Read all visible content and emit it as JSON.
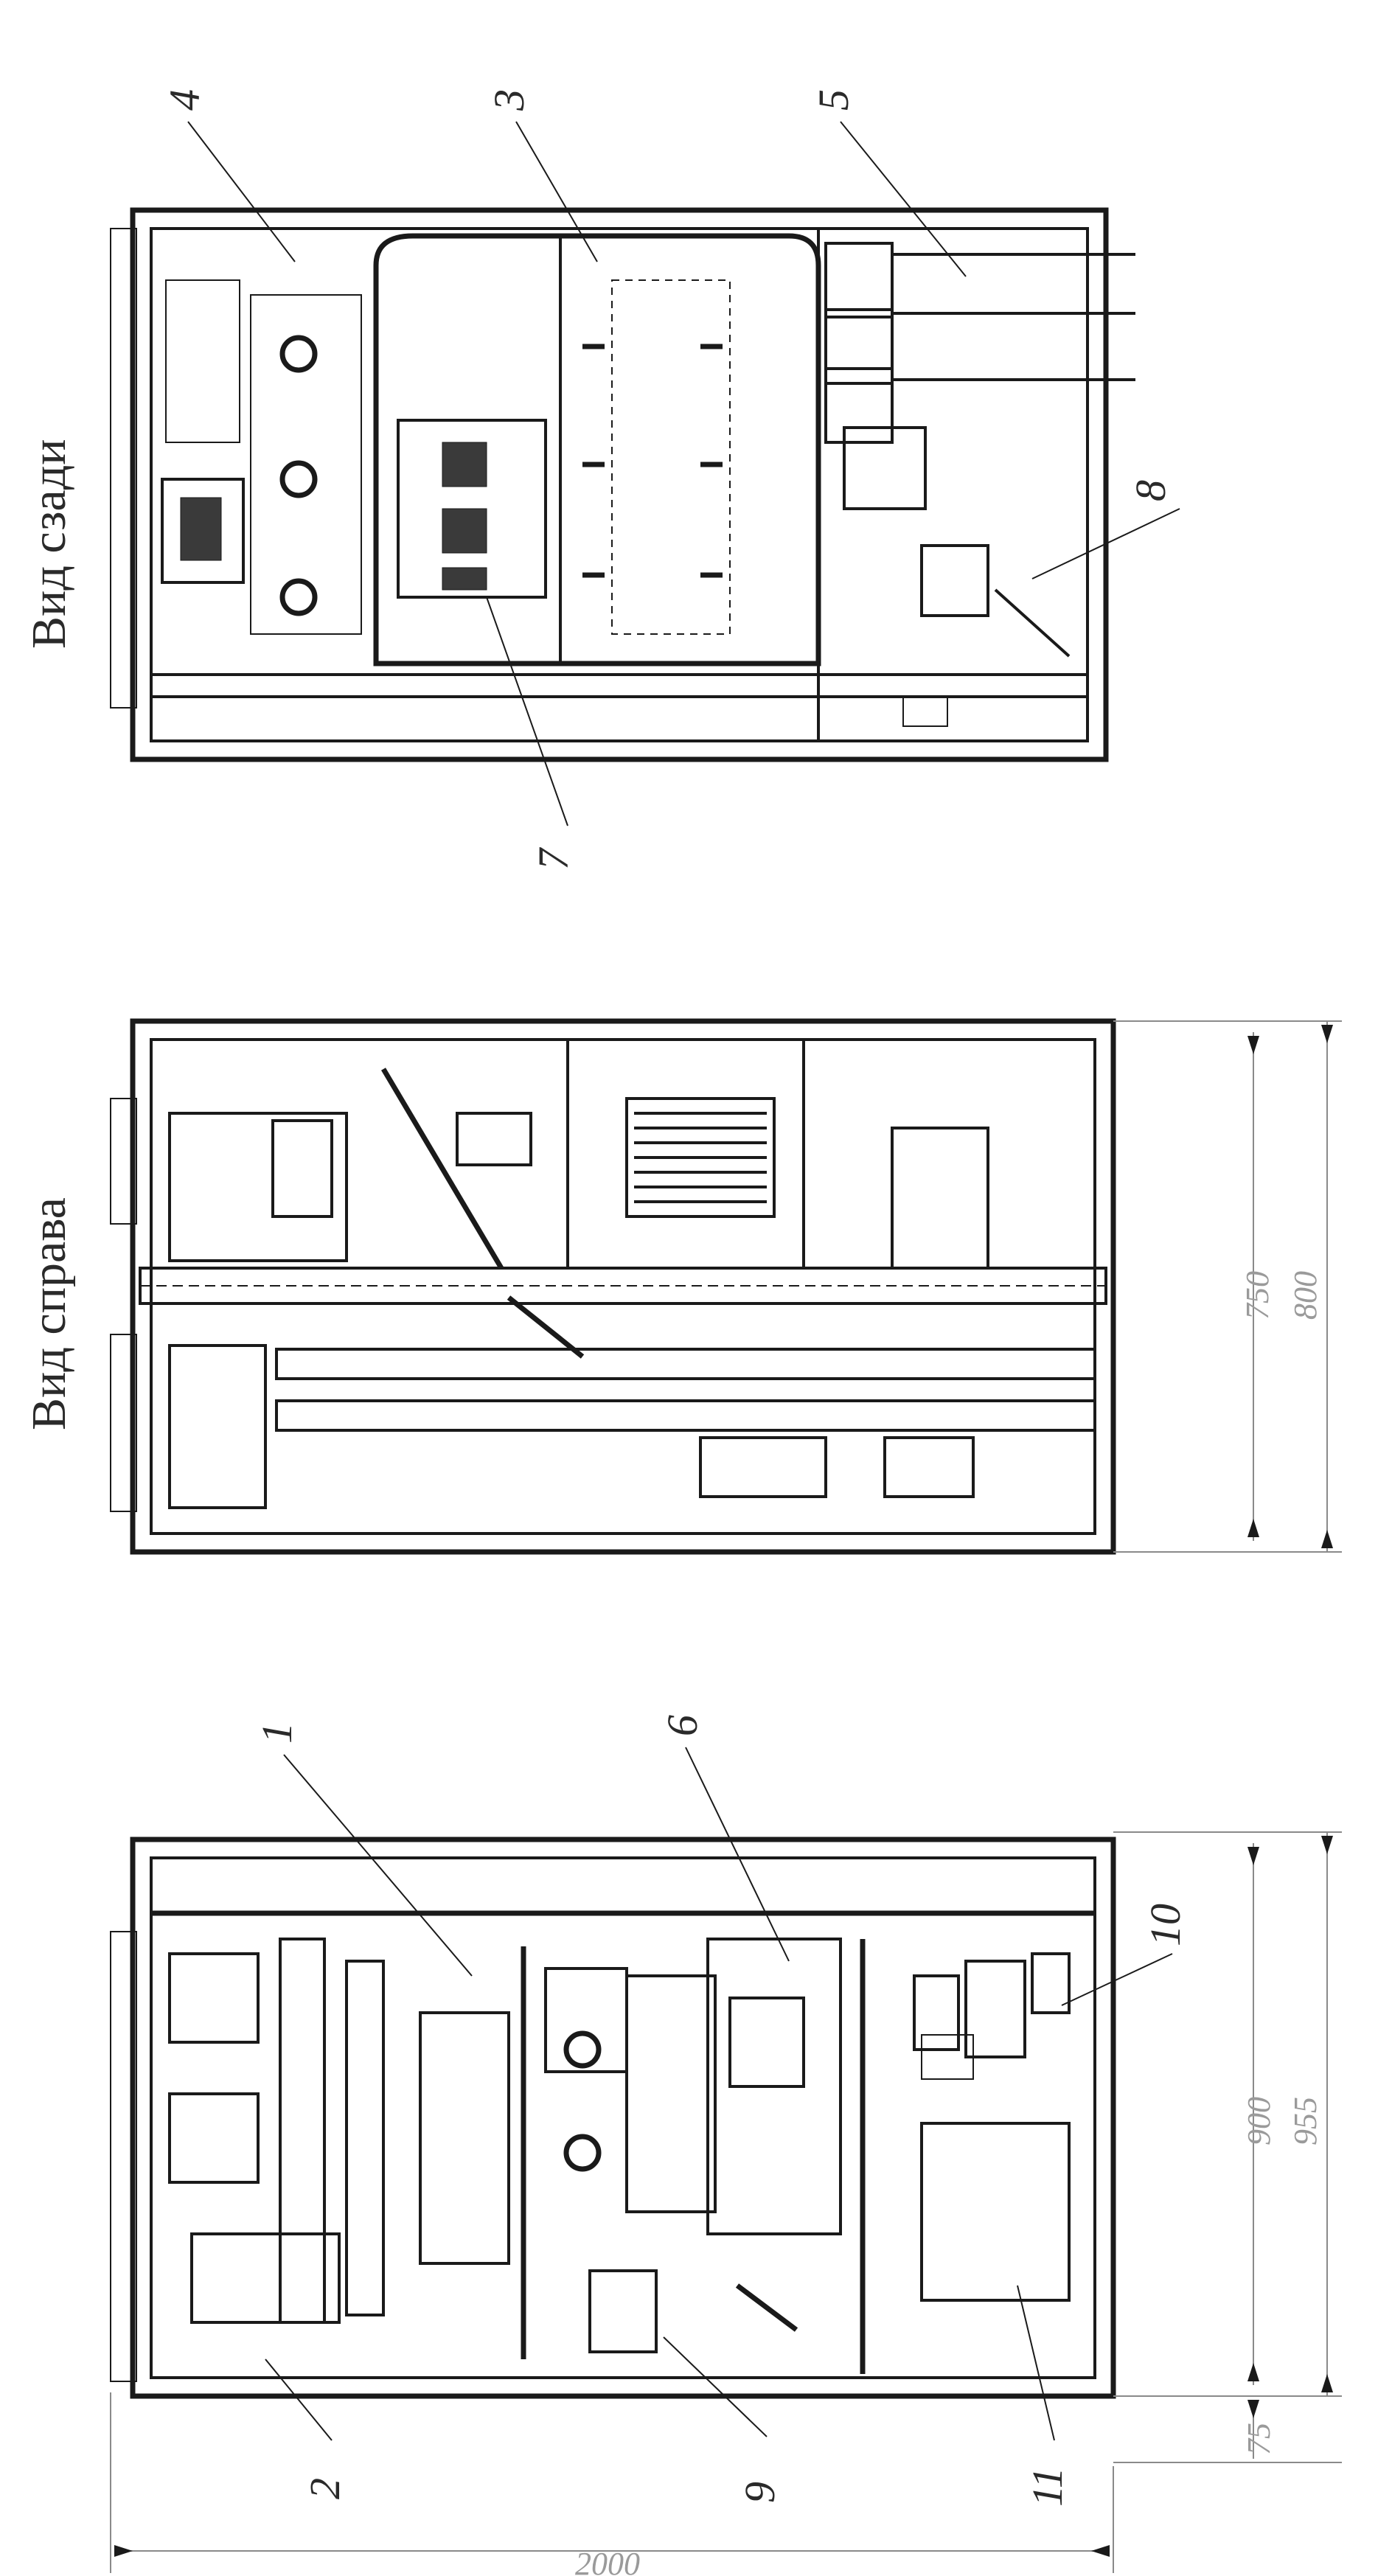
{
  "views": {
    "rear": {
      "title": "Вид сзади"
    },
    "right": {
      "title": "Вид справа"
    }
  },
  "callouts": [
    "1",
    "2",
    "3",
    "4",
    "5",
    "6",
    "7",
    "8",
    "9",
    "10",
    "11"
  ],
  "dimensions": {
    "right_view_inner": "750",
    "right_view_outer": "800",
    "front_view_inner": "900",
    "front_view_outer": "955",
    "front_view_base": "75",
    "overall": "2000"
  }
}
